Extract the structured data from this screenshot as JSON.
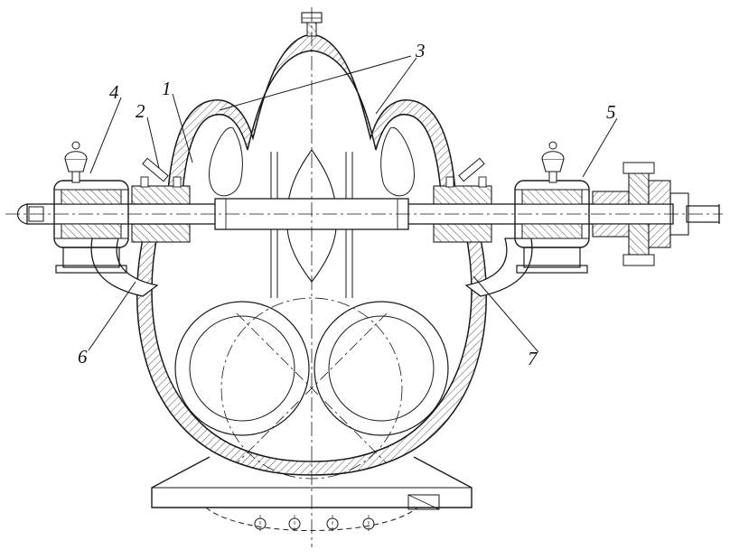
{
  "canvas": {
    "background": "#ffffff",
    "ink_color": "#1a1a1a",
    "type": "technical-sectional-drawing"
  },
  "callouts": [
    {
      "label": "1"
    },
    {
      "label": "2"
    },
    {
      "label": "3"
    },
    {
      "label": "4"
    },
    {
      "label": "5"
    },
    {
      "label": "6"
    },
    {
      "label": "7"
    }
  ]
}
